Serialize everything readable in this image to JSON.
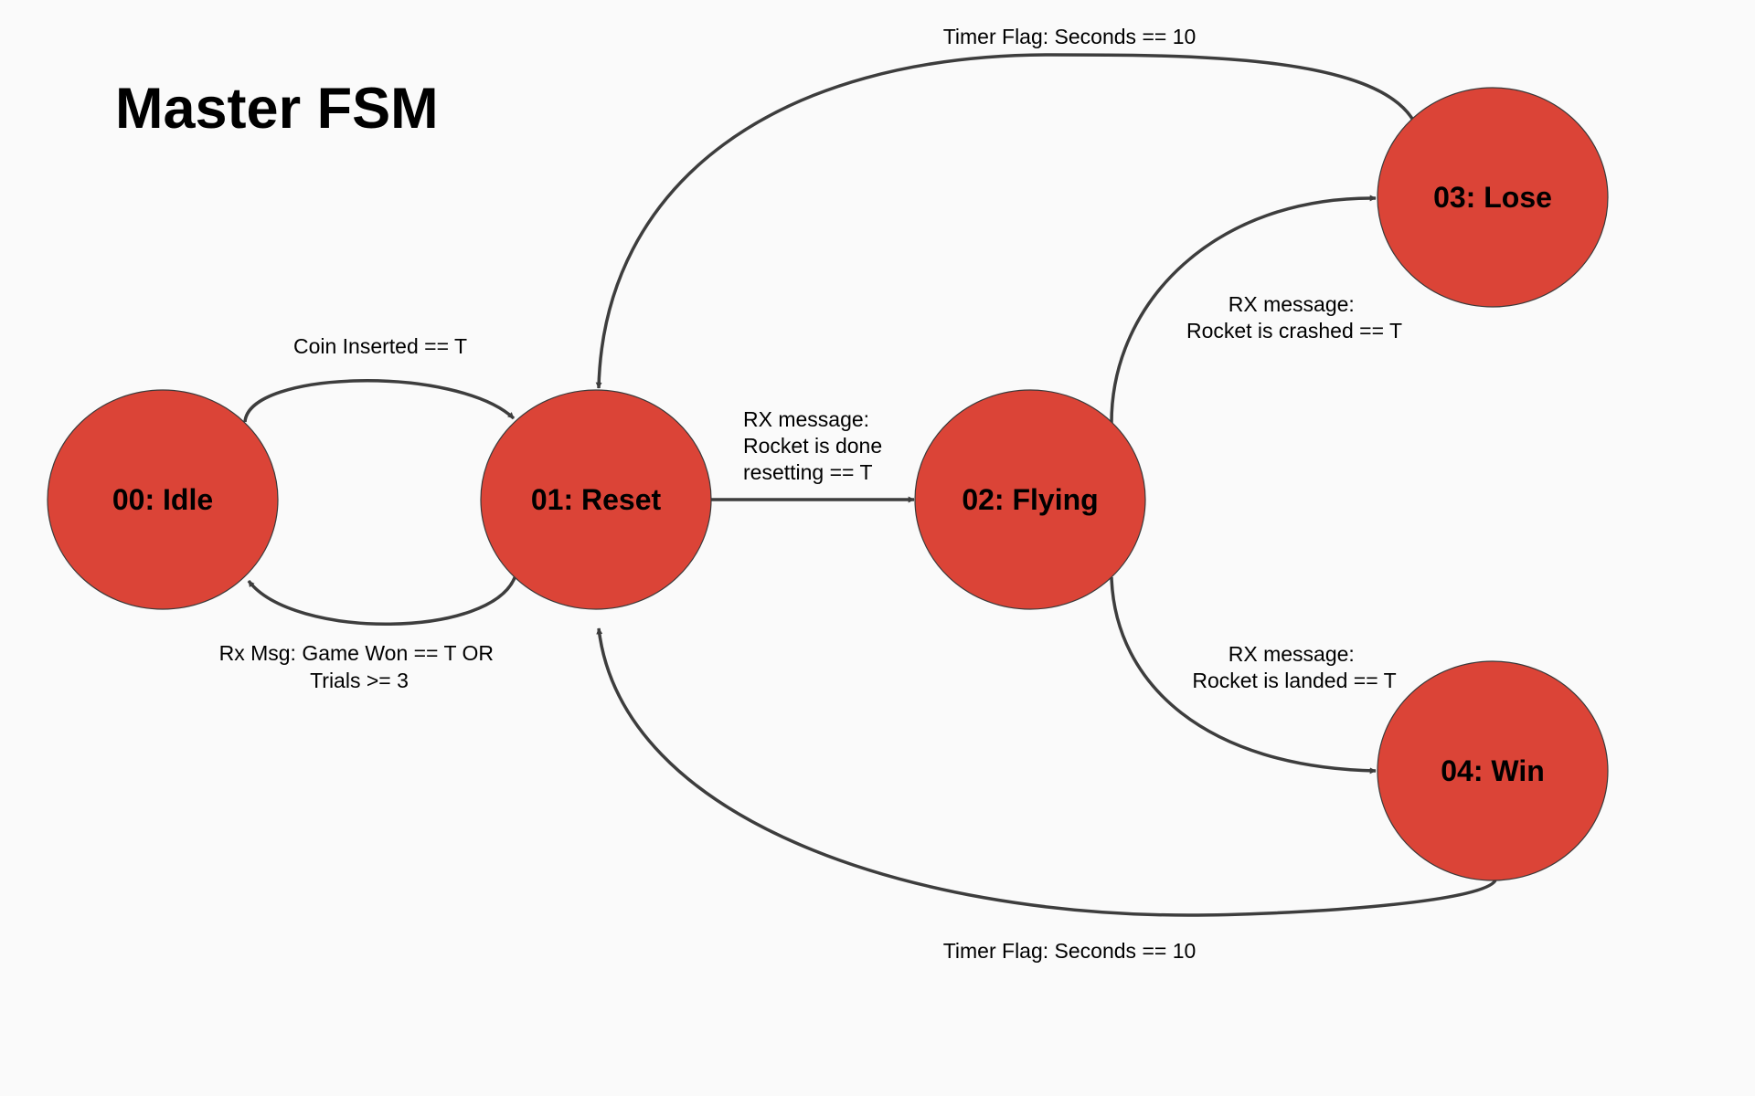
{
  "title": "Master FSM",
  "colors": {
    "state_fill": "#db4437",
    "edge_stroke": "#3d3d3d",
    "background": "#fafafa"
  },
  "states": [
    {
      "id": "idle",
      "label": "00: Idle"
    },
    {
      "id": "reset",
      "label": "01: Reset"
    },
    {
      "id": "flying",
      "label": "02: Flying"
    },
    {
      "id": "lose",
      "label": "03: Lose"
    },
    {
      "id": "win",
      "label": "04: Win"
    }
  ],
  "transitions": [
    {
      "id": "idle-to-reset",
      "from": "idle",
      "to": "reset",
      "lines": [
        "Coin Inserted == T"
      ]
    },
    {
      "id": "reset-to-idle",
      "from": "reset",
      "to": "idle",
      "lines": [
        "Rx Msg: Game Won == T OR",
        "Trials >= 3"
      ]
    },
    {
      "id": "reset-to-flying",
      "from": "reset",
      "to": "flying",
      "lines": [
        "RX message:",
        "Rocket is done",
        "resetting == T"
      ]
    },
    {
      "id": "flying-to-lose",
      "from": "flying",
      "to": "lose",
      "lines": [
        "RX message:",
        "Rocket is crashed == T"
      ]
    },
    {
      "id": "flying-to-win",
      "from": "flying",
      "to": "win",
      "lines": [
        "RX message:",
        "Rocket is landed == T"
      ]
    },
    {
      "id": "lose-to-reset",
      "from": "lose",
      "to": "reset",
      "lines": [
        "Timer Flag: Seconds == 10"
      ]
    },
    {
      "id": "win-to-reset",
      "from": "win",
      "to": "reset",
      "lines": [
        "Timer Flag: Seconds == 10"
      ]
    }
  ]
}
